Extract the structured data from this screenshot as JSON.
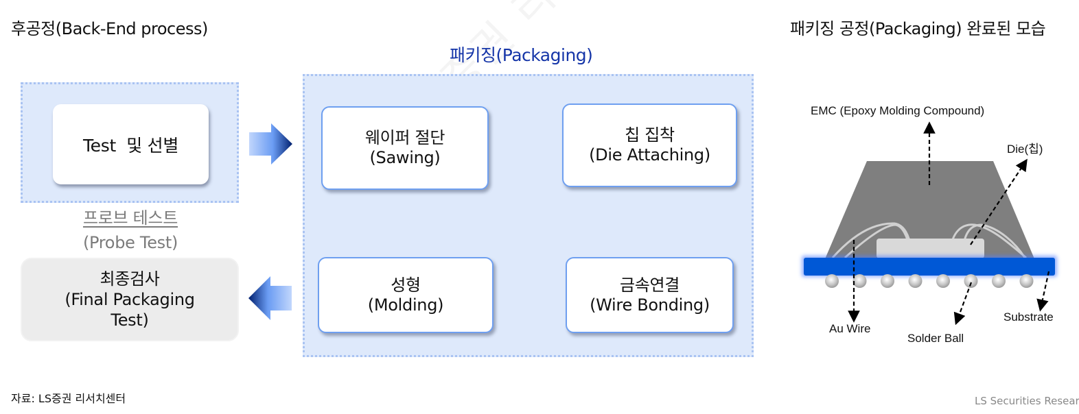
{
  "watermark": "LS증권 리서치센터",
  "left_section": {
    "title": "후공정(Back-End process)",
    "test_box_label": "Test  및 선별",
    "probe_label_ko": "프로브 테스트",
    "probe_label_en": "(Probe Test)",
    "final_box": {
      "ko": "최종검사",
      "en_line1": "(Final Packaging",
      "en_line2": "Test)"
    }
  },
  "packaging_section": {
    "title": "패키징(Packaging)",
    "steps": [
      {
        "ko": "웨이퍼 절단",
        "en": "(Sawing)"
      },
      {
        "ko": "칩 집착",
        "en": "(Die Attaching)"
      },
      {
        "ko": "금속연결",
        "en": "(Wire Bonding)"
      },
      {
        "ko": "성형",
        "en": "(Molding)"
      }
    ]
  },
  "right_section": {
    "title": "패키징 공정(Packaging) 완료된 모습",
    "labels": {
      "emc": "EMC (Epoxy Molding Compound)",
      "die": "Die(칩)",
      "au_wire": "Au Wire",
      "solder_ball": "Solder Ball",
      "substrate": "Substrate"
    },
    "solder_ball_count": 8
  },
  "colors": {
    "title_blue": "#1535a8",
    "panel_bg": "#dee9fb",
    "panel_border": "#a9c3f2",
    "box_border": "#6e9ff0",
    "arrow_light": "#b5cdfb",
    "arrow_mid": "#6a9cf3",
    "arrow_dark": "#001f6e",
    "emc_gray": "#7f7f7f",
    "die_gray": "#d9d9d9",
    "substrate_blue": "#0058d6"
  },
  "source": "자료: LS증권 리서치센터",
  "footer": "LS Securities  Research"
}
